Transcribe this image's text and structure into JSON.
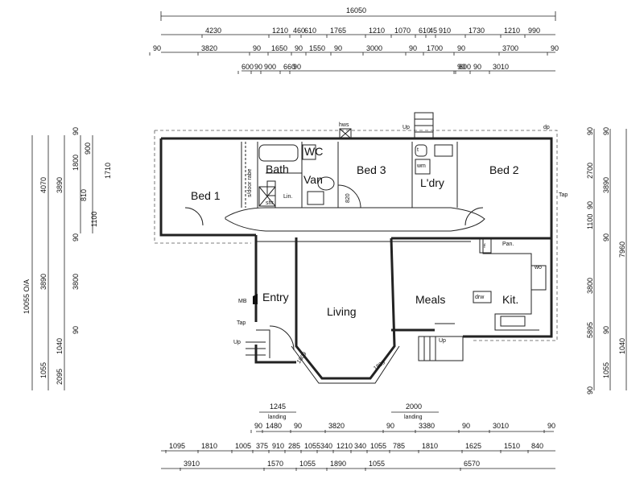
{
  "rooms": {
    "bed1": "Bed 1",
    "bath": "Bath",
    "wc": "WC",
    "van": "Van",
    "bed3": "Bed 3",
    "ldry": "L'dry",
    "bed2": "Bed 2",
    "entry": "Entry",
    "living": "Living",
    "meals": "Meals",
    "kit": "Kit."
  },
  "fixtures": {
    "hws": "hws",
    "up_top": "Up",
    "dp": "dp",
    "tap_right": "Tap",
    "door_rabe": "s/door rabe",
    "lin": "Lin.",
    "shr": "shr",
    "pan": "Pan.",
    "wo": "wo",
    "drw": "drw",
    "f": "f",
    "mb": "MB",
    "tap_left": "Tap",
    "up_left": "Up",
    "up_right": "Up",
    "landing_left": "landing",
    "landing_right": "landing",
    "wm": "wm",
    "t": "t",
    "door820": "820"
  },
  "dims": {
    "top_overall": "16050",
    "top_row1": [
      "4230",
      "1210",
      "460",
      "610",
      "1765",
      "1210",
      "1070",
      "610",
      "45",
      "910",
      "1730",
      "1210",
      "990"
    ],
    "top_row2": [
      "90",
      "3820",
      "90",
      "1650",
      "90",
      "1550",
      "90",
      "3000",
      "90",
      "1700",
      "90",
      "3700",
      "90"
    ],
    "top_row3": [
      "90",
      "90",
      "90",
      "90",
      "600",
      "900",
      "660",
      "600",
      "3010"
    ],
    "left_overall": "10055 O/A",
    "left_col1": [
      "4070",
      "3890",
      "3800",
      "1040",
      "1055"
    ],
    "left_col2": [
      "1800",
      "1710",
      "1100",
      "90",
      "90",
      "90",
      "2095"
    ],
    "left_col3": [
      "900",
      "810"
    ],
    "right_col1": [
      "2700",
      "3890",
      "1100",
      "3800",
      "1040",
      "1055"
    ],
    "right_col2": [
      "7960",
      "5895"
    ],
    "right_90s": [
      "90",
      "90",
      "90",
      "90",
      "90",
      "90"
    ],
    "landing_left_dim": "1245",
    "landing_right_dim": "2000",
    "bay1": "1809",
    "bay2": "1809",
    "bot_row1": [
      "90",
      "1480",
      "90",
      "3820",
      "90",
      "3380",
      "90",
      "3010",
      "90"
    ],
    "bot_row2": [
      "1095",
      "1810",
      "1005",
      "375",
      "910",
      "285",
      "1055",
      "340",
      "1210",
      "340",
      "1055",
      "785",
      "1810",
      "1625",
      "1510",
      "840"
    ],
    "bot_row3": [
      "3910",
      "1570",
      "1055",
      "1890",
      "1055",
      "6570"
    ]
  }
}
